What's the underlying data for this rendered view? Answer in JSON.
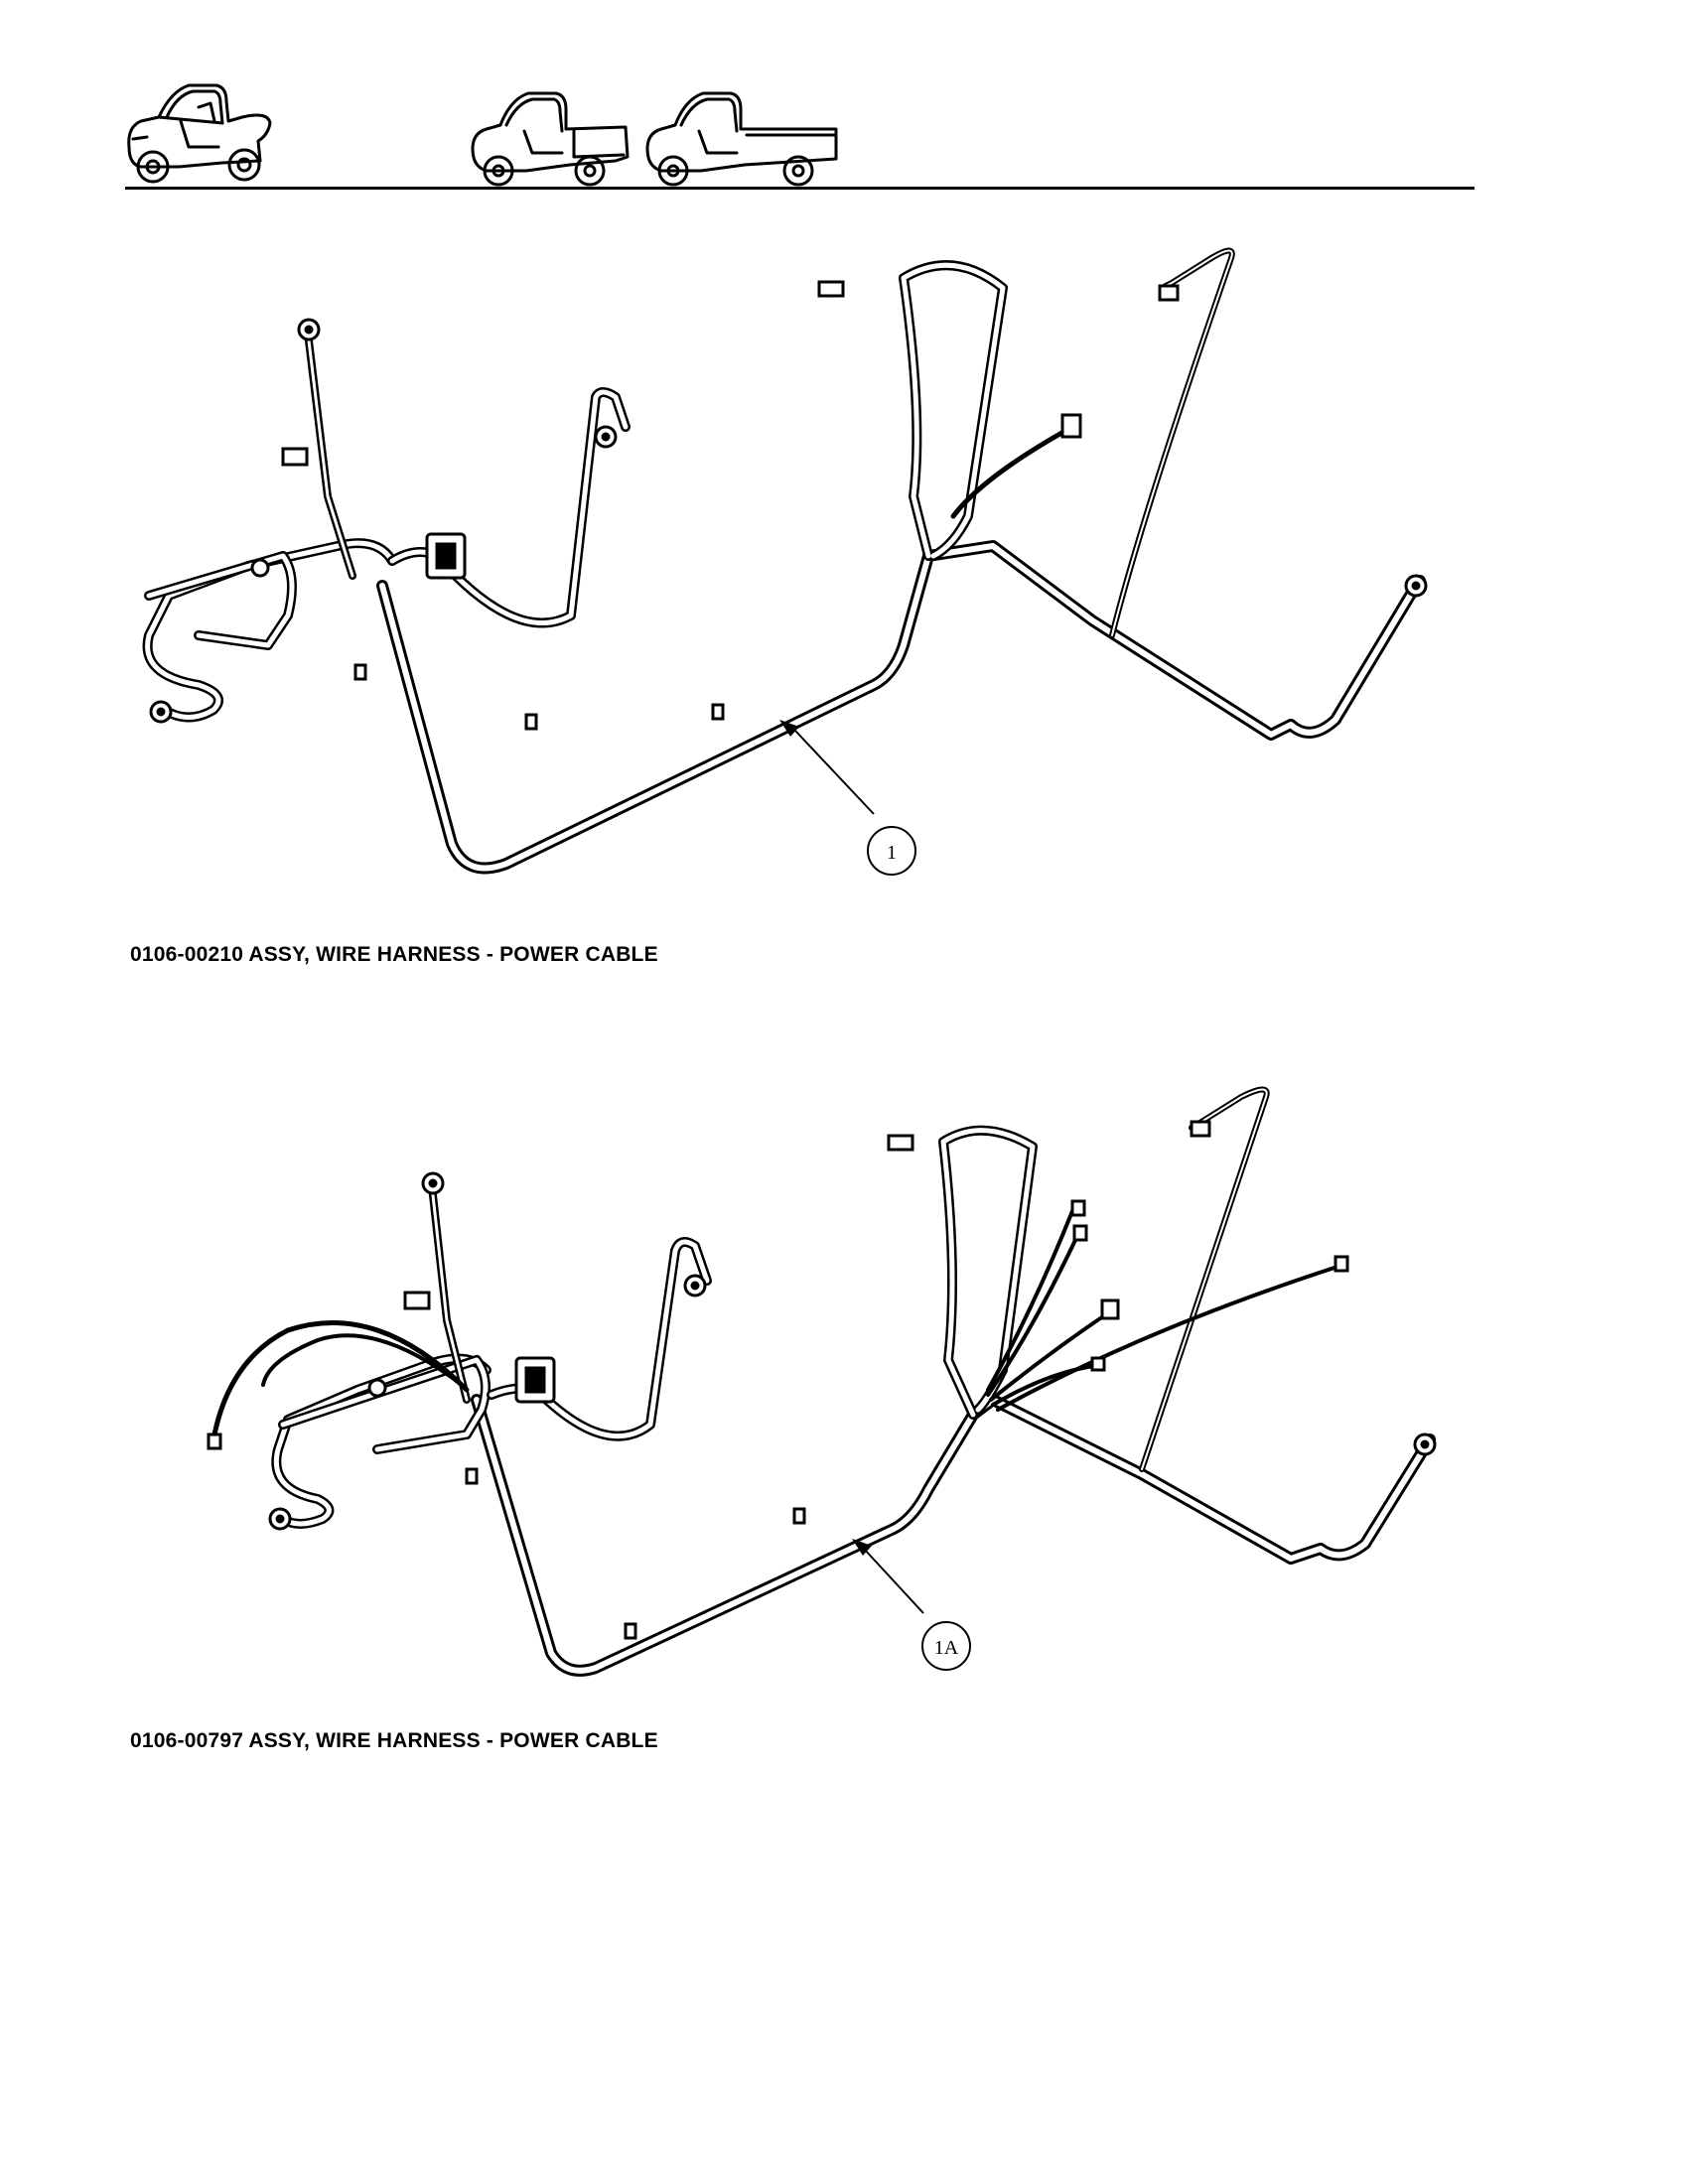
{
  "header": {
    "vehicle_icons": [
      "vehicle-2-seat-icon",
      "vehicle-utility-icon",
      "vehicle-flatbed-icon"
    ]
  },
  "diagrams": [
    {
      "callout": "1",
      "caption": "0106-00210 ASSY, WIRE HARNESS - POWER CABLE"
    },
    {
      "callout": "1A",
      "caption": "0106-00797 ASSY, WIRE HARNESS - POWER CABLE"
    }
  ]
}
